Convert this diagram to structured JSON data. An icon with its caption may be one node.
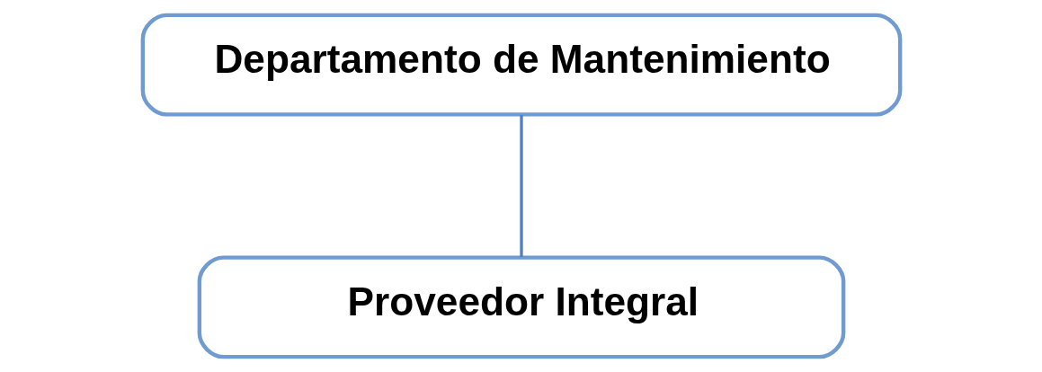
{
  "diagram": {
    "nodes": [
      {
        "text": [
          "Departamento de Mantenimiento"
        ]
      },
      {
        "text": [
          "Proveedor Integral"
        ]
      }
    ],
    "edges": [
      {
        "from": 0,
        "to": 1,
        "arrow": "none"
      }
    ]
  }
}
